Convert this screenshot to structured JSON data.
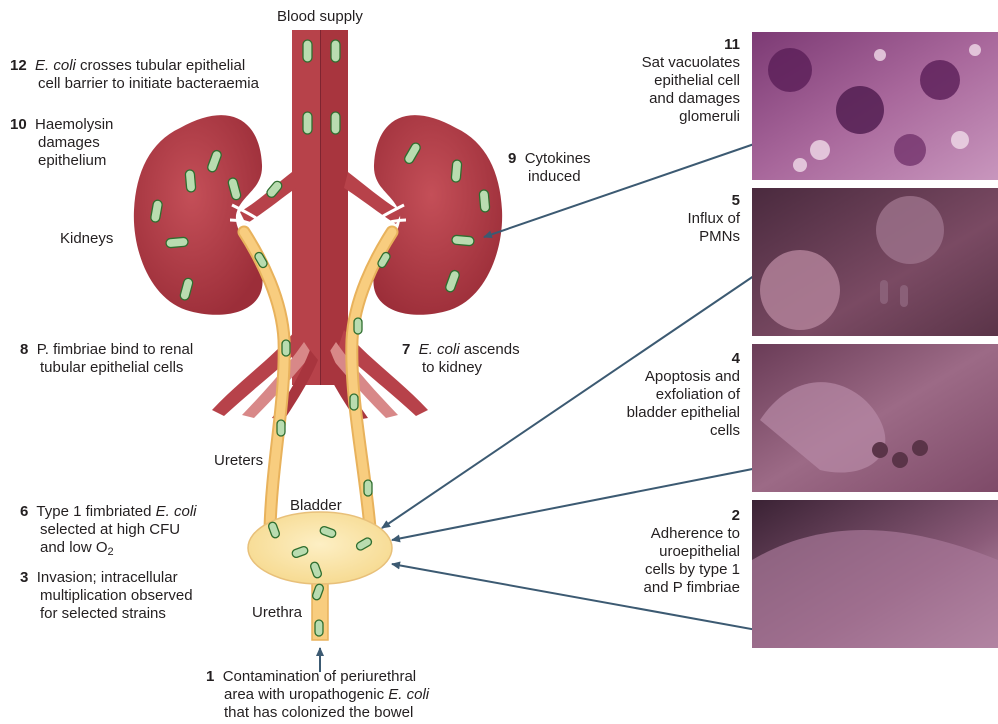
{
  "labels": {
    "blood_supply": "Blood supply",
    "kidneys": "Kidneys",
    "ureters": "Ureters",
    "bladder": "Bladder",
    "urethra": "Urethra"
  },
  "steps": {
    "s12": {
      "num": "12",
      "italic": "E. coli",
      "text": " crosses tubular epithelial",
      "line2": "cell barrier to initiate bacteraemia"
    },
    "s10": {
      "num": "10",
      "line1": "Haemolysin",
      "line2": "damages",
      "line3": "epithelium"
    },
    "s9": {
      "num": "9",
      "line1": "Cytokines",
      "line2": "induced"
    },
    "s8": {
      "num": "8",
      "line1": "P. fimbriae bind to renal",
      "line2": "tubular epithelial cells"
    },
    "s7": {
      "num": "7",
      "italic": "E. coli",
      "text": " ascends",
      "line2": "to kidney"
    },
    "s6": {
      "num": "6",
      "text": "Type 1 fimbriated ",
      "italic": "E. coli",
      "line2": "selected at high CFU",
      "line3a": "and low O",
      "line3sub": "2"
    },
    "s3": {
      "num": "3",
      "line1": "Invasion; intracellular",
      "line2": "multiplication observed",
      "line3": "for selected strains"
    },
    "s1": {
      "num": "1",
      "line1": "Contamination of periurethral",
      "line2a": "area with uropathogenic ",
      "line2i": "E. coli",
      "line3": "that has colonized the bowel"
    },
    "s11": {
      "num": "11",
      "line1": "Sat vacuolates",
      "line2": "epithelial cell",
      "line3": "and damages",
      "line4": "glomeruli"
    },
    "s5": {
      "num": "5",
      "line1": "Influx of",
      "line2": "PMNs"
    },
    "s4": {
      "num": "4",
      "line1": "Apoptosis and",
      "line2": "exfoliation of",
      "line3": "bladder epithelial",
      "line4": "cells"
    },
    "s2": {
      "num": "2",
      "line1": "Adherence to",
      "line2": "uroepithelial",
      "line3": "cells by type 1",
      "line4": "and P fimbriae"
    }
  },
  "colors": {
    "kidney": "#b03a44",
    "vessel": "#b7424a",
    "ureter": "#f6c676",
    "bladder": "#fbe3a8",
    "bacterium": "#b9dcb0",
    "arrow": "#3c5a72"
  }
}
